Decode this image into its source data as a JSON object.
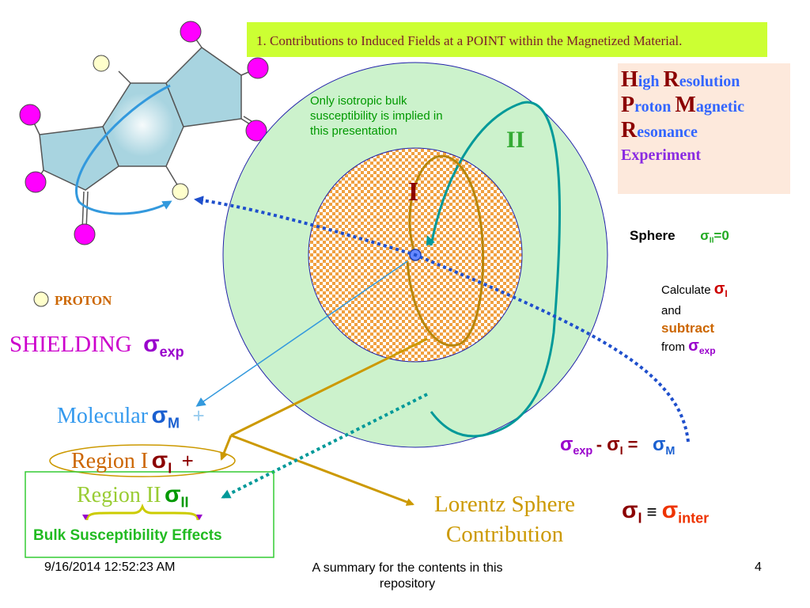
{
  "title": "1. Contributions to Induced Fields at a POINT within the Magnetized Material.",
  "hrpmr": {
    "line1_cap1": "H",
    "line1_rest1": "igh ",
    "line1_cap2": "R",
    "line1_rest2": "esolution",
    "line2_cap1": "P",
    "line2_rest1": "roton ",
    "line2_cap2": "M",
    "line2_rest2": "agnetic",
    "line3_cap1": "R",
    "line3_rest1": "esonance",
    "line4": "Experiment"
  },
  "isotropic_note": [
    "Only isotropic bulk",
    "susceptibility is implied in",
    "this presentation"
  ],
  "region_labels": {
    "one": "I",
    "two": "II"
  },
  "sphere": {
    "label": "Sphere",
    "sigma": "σ",
    "sub": "II",
    "eq": "=0"
  },
  "calculate": {
    "line1": "Calculate",
    "sigma": "σ",
    "sub": "I",
    "line2": "and",
    "line3": "subtract",
    "line4": "from",
    "sigma2": "σ",
    "sub2": "exp"
  },
  "proton_label": "PROTON",
  "shielding": {
    "label": "SHIELDING",
    "sigma": "σ",
    "sub": "exp"
  },
  "molecular": {
    "label": "Molecular",
    "sigma": "σ",
    "sub": "M",
    "plus": "+"
  },
  "region1": {
    "label": "Region I",
    "sigma": "σ",
    "sub": "I",
    "plus": "+"
  },
  "region2": {
    "label": "Region II",
    "sigma": "σ",
    "sub": "II"
  },
  "bulk_label": "Bulk Susceptibility Effects",
  "equation1": {
    "s1": "σ",
    "sub1": "exp",
    "minus": "- ",
    "s2": "σ",
    "sub2": "I",
    "eq": " =",
    "s3": "σ",
    "sub3": "M"
  },
  "equation2": {
    "s1": "σ",
    "sub1": "I",
    "equiv": " ≡ ",
    "s2": "σ",
    "sub2": "inter"
  },
  "lorentz": [
    "Lorentz Sphere",
    "Contribution"
  ],
  "footer": {
    "timestamp": "9/16/2014 12:52:23 AM",
    "summary": [
      "A summary for the contents in this",
      "repository"
    ],
    "page": "4"
  },
  "colors": {
    "title_bg": "#ccff33",
    "outer_sphere": "#ccf2cc",
    "inner_sphere": "#f0a040",
    "arrow_gold": "#cc9900",
    "arrow_teal": "#009999",
    "arrow_blue": "#1f4fcc",
    "magenta": "#ff00ff"
  }
}
